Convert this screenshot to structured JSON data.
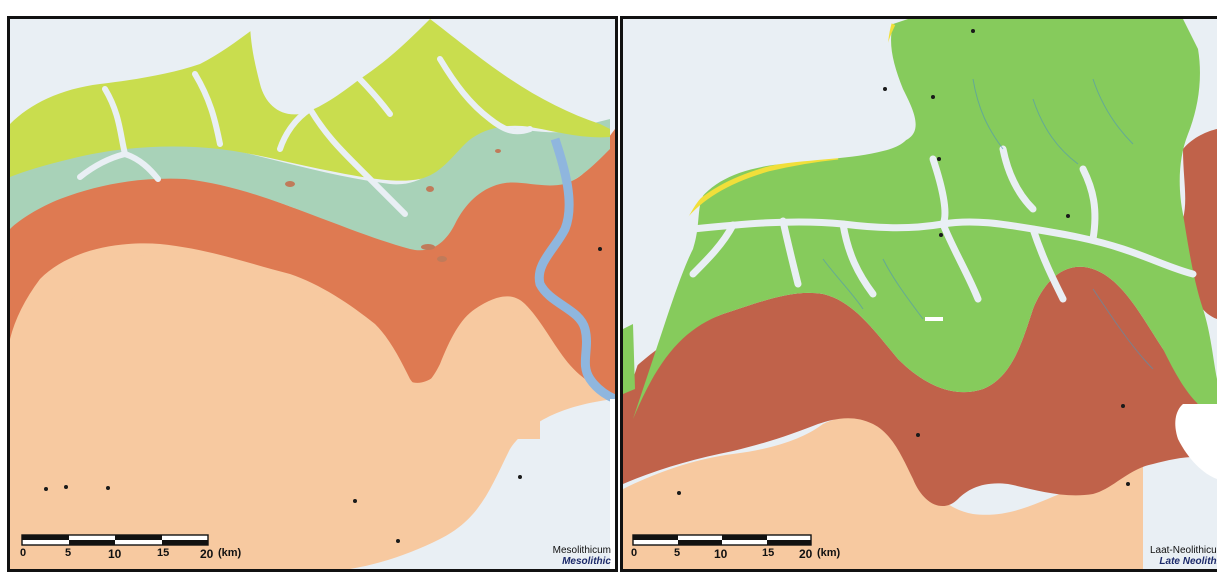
{
  "panels": [
    {
      "caption_nl": "Mesolithicum",
      "caption_en": "Mesolithic",
      "scale": {
        "ticks": [
          "0",
          "5",
          "10",
          "15",
          "20"
        ],
        "unit": "(km)"
      }
    },
    {
      "caption_nl": "Laat-Neolithicum",
      "caption_en": "Late Neolithic",
      "scale": {
        "ticks": [
          "0",
          "5",
          "10",
          "15",
          "20"
        ],
        "unit": "(km)"
      }
    }
  ],
  "colors": {
    "water": "#e9eff4",
    "upland": "#f7c9a0",
    "peat_left": "#de7a52",
    "peat_right": "#c0624a",
    "marsh_left": "#c9dd4e",
    "marsh_right": "#86cb5c",
    "coastal_zone": "#a8d2b8",
    "river": "#8fb6de",
    "dunes": "#f1df3a"
  }
}
